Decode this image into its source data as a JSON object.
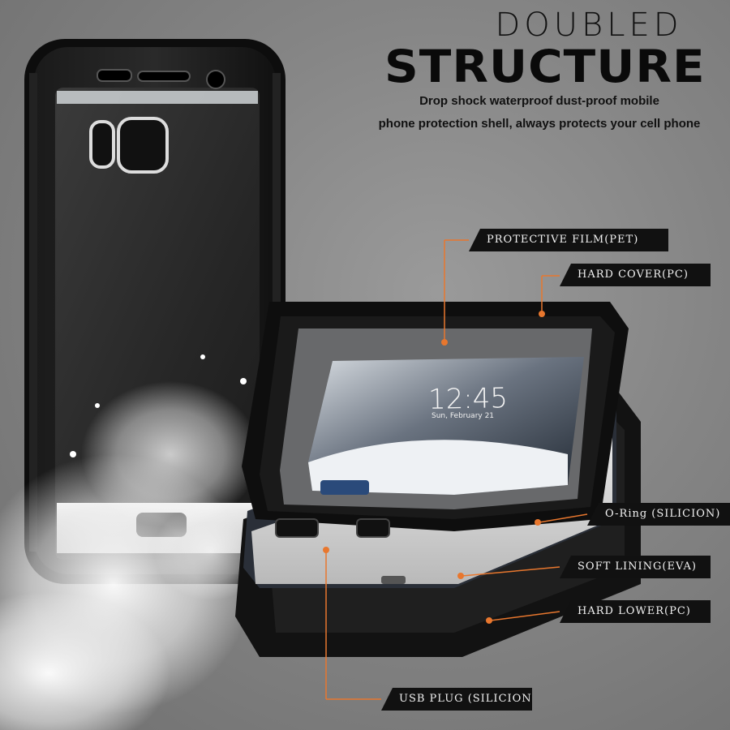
{
  "heading": {
    "line1": "DOUBLED",
    "line2": "STRUCTURE"
  },
  "description": {
    "line1": "Drop shock waterproof dust-proof mobile",
    "line2": "phone protection shell, always protects your cell phone"
  },
  "screen": {
    "time": "12:45",
    "date": "Sun, February 21"
  },
  "labels": {
    "protective_film": "PROTECTIVE FILM(PET)",
    "hard_cover": "HARD COVER(PC)",
    "o_ring": "O-Ring (SILICION)",
    "soft_lining": "SOFT LINING(EVA)",
    "hard_lower": "HARD LOWER(PC)",
    "usb_plug": "USB PLUG (SILICION)"
  },
  "colors": {
    "accent": "#e8772e",
    "label_bg": "#111111",
    "background": "#858585"
  }
}
